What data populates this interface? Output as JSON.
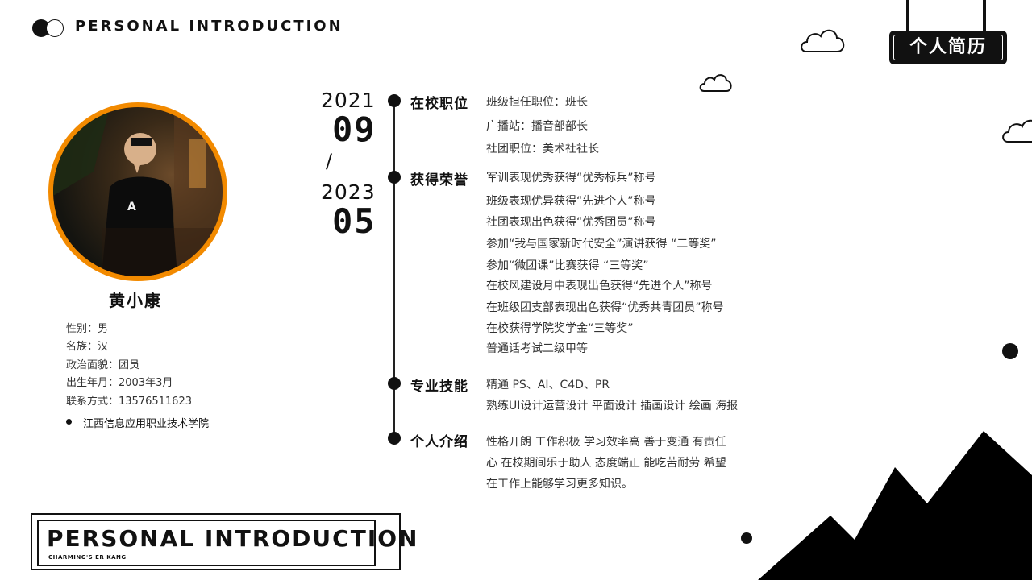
{
  "header": {
    "title": "PERSONAL INTRODUCTION",
    "sign_label": "个人简历"
  },
  "profile": {
    "name": "黄小康",
    "details": [
      "性别：男",
      "名族：汉",
      "政治面貌：团员",
      "出生年月：2003年3月",
      "联系方式：13576511623"
    ],
    "school": "江西信息应用职业技术学院"
  },
  "dates": {
    "start_year": "2021",
    "start_month": "09",
    "separator": "/",
    "end_year": "2023",
    "end_month": "05"
  },
  "sections": [
    {
      "title": "在校职位",
      "lines": [
        "班级担任职位：班长",
        "广播站：播音部部长",
        "社团职位：美术社社长"
      ]
    },
    {
      "title": "获得荣誉",
      "lines": [
        "军训表现优秀获得“优秀标兵”称号",
        "班级表现优异获得“先进个人”称号",
        "社团表现出色获得“优秀团员”称号",
        "参加“我与国家新时代安全”演讲获得 “二等奖”",
        "参加“微团课”比赛获得 “三等奖”",
        "在校风建设月中表现出色获得“先进个人”称号",
        "在班级团支部表现出色获得“优秀共青团员”称号",
        "在校获得学院奖学金“三等奖”",
        "普通话考试二级甲等"
      ]
    },
    {
      "title": "专业技能",
      "lines": [
        "精通 PS、AI、C4D、PR",
        "熟练UI设计运营设计 平面设计 插画设计 绘画 海报"
      ]
    },
    {
      "title": "个人介绍",
      "lines": [
        "性格开朗  工作积极  学习效率高  善于变通  有责任",
        "心  在校期间乐于助人  态度端正  能吃苦耐劳  希望",
        "在工作上能够学习更多知识。"
      ]
    }
  ],
  "footer": {
    "title": "PERSONAL INTRODUCTION",
    "subtitle": "CHARMING'S ER KANG"
  },
  "colors": {
    "accent": "#f28a00",
    "ink": "#111111",
    "background": "#ffffff"
  }
}
